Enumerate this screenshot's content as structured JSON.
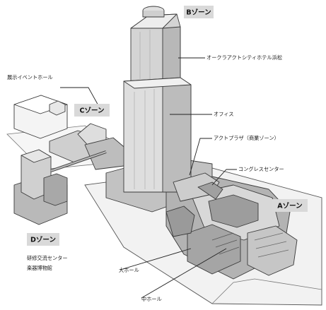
{
  "zones": {
    "b": "Bゾーン",
    "c": "Cゾーン",
    "a": "Aゾーン",
    "d": "Dゾーン"
  },
  "labels": {
    "hotel": "オークラアクトシティホテル浜松",
    "office": "オフィス",
    "exhibition_hall": "展示イベントホール",
    "act_plaza": "アクトプラザ（商業ゾーン）",
    "congress_center": "コングレスセンター",
    "training_center_1": "研修交流センター",
    "training_center_2": "楽器博物館",
    "large_hall": "大ホール",
    "medium_hall": "中ホール"
  },
  "colors": {
    "zone_box": "#d9d9d9",
    "tower_light": "#e6e6e6",
    "tower_mid": "#c9c9c9",
    "tower_dark": "#a9a9a9",
    "podium": "#bdbdbd",
    "ground": "#f3f3f3"
  }
}
